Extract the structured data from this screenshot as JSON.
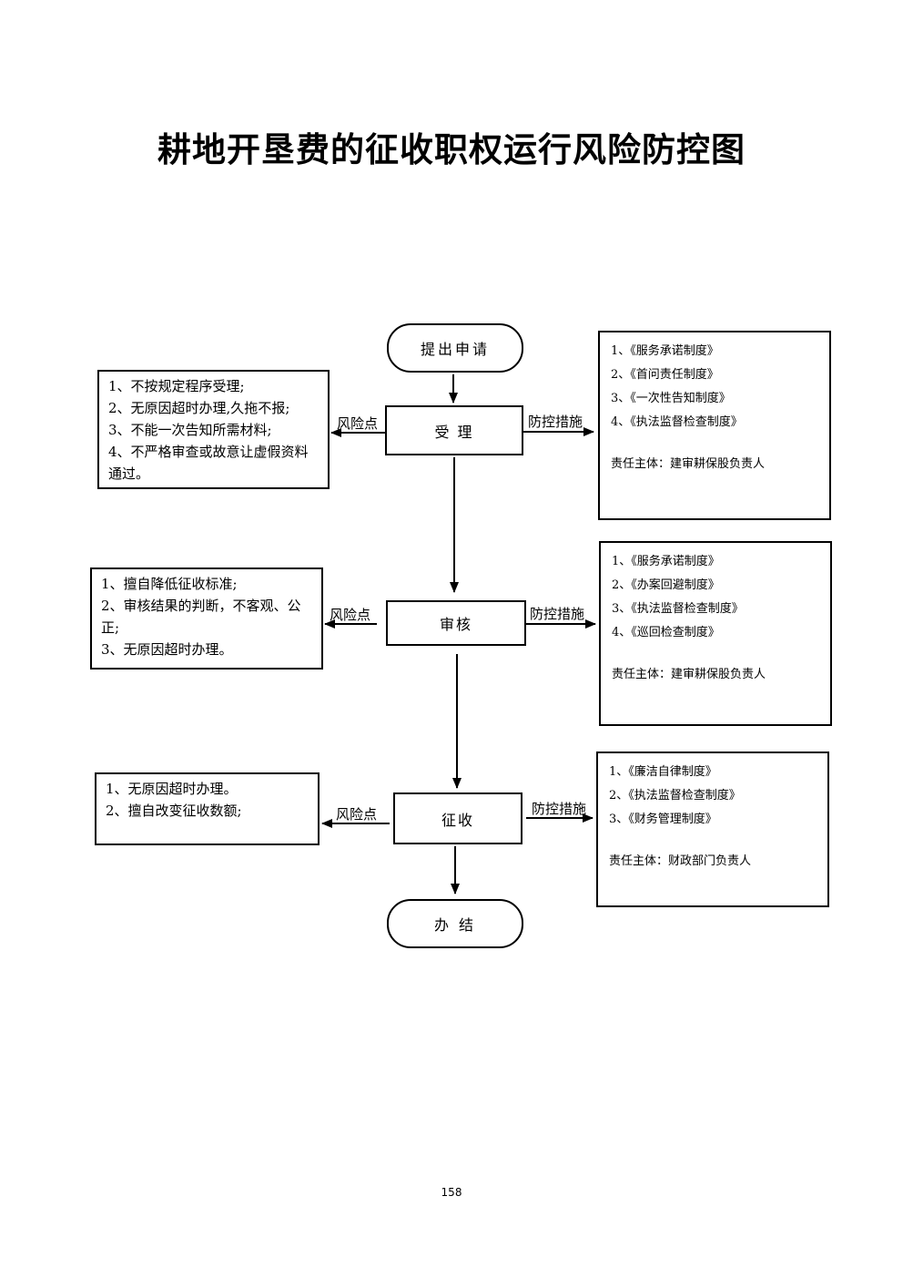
{
  "title": "耕地开垦费的征收职权运行风险防控图",
  "page_number": "158",
  "labels": {
    "risk_point": "风险点",
    "control_measure": "防控措施"
  },
  "terminals": {
    "start": "提出申请",
    "end": "办 结"
  },
  "steps": [
    {
      "name": "受 理",
      "risks": [
        "1、不按规定程序受理;",
        "2、无原因超时办理,久拖不报;",
        "3、不能一次告知所需材料;",
        "4、不严格审查或故意让虚假资料通过。"
      ],
      "measures": [
        "1、《服务承诺制度》",
        "2、《首问责任制度》",
        "3、《一次性告知制度》",
        "4、《执法监督检查制度》"
      ],
      "responsible": "责任主体：建审耕保股负责人"
    },
    {
      "name": "审核",
      "risks": [
        "1、擅自降低征收标准;",
        "2、审核结果的判断，不客观、公正;",
        "3、无原因超时办理。"
      ],
      "measures": [
        "1、《服务承诺制度》",
        "2、《办案回避制度》",
        "3、《执法监督检查制度》",
        "4、《巡回检查制度》"
      ],
      "responsible": "责任主体：建审耕保股负责人"
    },
    {
      "name": "征收",
      "risks": [
        "1、无原因超时办理。",
        "2、擅自改变征收数额;"
      ],
      "measures": [
        "1、《廉洁自律制度》",
        "2、《执法监督检查制度》",
        "3、《财务管理制度》"
      ],
      "responsible": "责任主体：财政部门负责人"
    }
  ]
}
